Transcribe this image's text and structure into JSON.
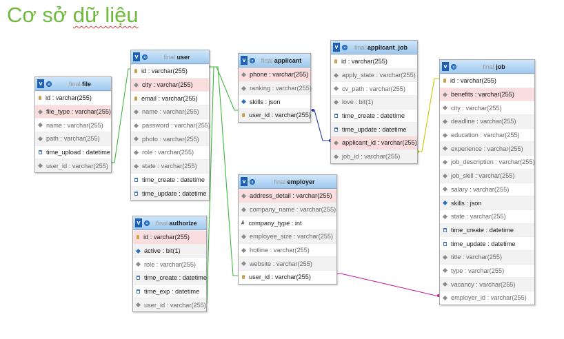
{
  "title": "Cơ sở dữ liệu",
  "title_parts": {
    "a": "Cơ sở ",
    "b": "dữ liệu"
  },
  "colors": {
    "title": "#6fba3c",
    "header": "#9fc9ee",
    "pk_row": "#fadede",
    "link_green": "#3cb83c",
    "link_blue": "#2233aa",
    "link_yellow": "#c8c800",
    "link_magenta": "#c020a0"
  },
  "tables": {
    "file": {
      "prefix": "final",
      "name": "file",
      "fields": [
        {
          "name": "id",
          "type": "varchar(255)",
          "icon": "key-icon"
        },
        {
          "name": "file_type",
          "type": "varchar(255)",
          "icon": "diamond-icon"
        },
        {
          "name": "name",
          "type": "varchar(255)",
          "icon": "diamond-icon"
        },
        {
          "name": "path",
          "type": "varchar(255)",
          "icon": "diamond-icon"
        },
        {
          "name": "time_upload",
          "type": "datetime",
          "icon": "calendar-icon"
        },
        {
          "name": "user_id",
          "type": "varchar(255)",
          "icon": "diamond-icon"
        }
      ]
    },
    "user": {
      "prefix": "final",
      "name": "user",
      "fields": [
        {
          "name": "id",
          "type": "varchar(255)",
          "icon": "key-icon"
        },
        {
          "name": "city",
          "type": "varchar(255)",
          "icon": "diamond-icon"
        },
        {
          "name": "email",
          "type": "varchar(255)",
          "icon": "key-icon"
        },
        {
          "name": "name",
          "type": "varchar(255)",
          "icon": "diamond-icon"
        },
        {
          "name": "password",
          "type": "varchar(255)",
          "icon": "diamond-icon"
        },
        {
          "name": "photo",
          "type": "varchar(255)",
          "icon": "diamond-icon"
        },
        {
          "name": "role",
          "type": "varchar(255)",
          "icon": "diamond-icon"
        },
        {
          "name": "state",
          "type": "varchar(255)",
          "icon": "diamond-icon"
        },
        {
          "name": "time_create",
          "type": "datetime",
          "icon": "calendar-icon"
        },
        {
          "name": "time_update",
          "type": "datetime",
          "icon": "calendar-icon"
        }
      ]
    },
    "authorize": {
      "prefix": "final",
      "name": "authorize",
      "fields": [
        {
          "name": "id",
          "type": "varchar(255)",
          "icon": "key-icon"
        },
        {
          "name": "active",
          "type": "bit(1)",
          "icon": "diamond-blue-icon"
        },
        {
          "name": "role",
          "type": "varchar(255)",
          "icon": "diamond-icon"
        },
        {
          "name": "time_create",
          "type": "datetime",
          "icon": "calendar-icon"
        },
        {
          "name": "time_exp",
          "type": "datetime",
          "icon": "calendar-icon"
        },
        {
          "name": "user_id",
          "type": "varchar(255)",
          "icon": "diamond-icon"
        }
      ]
    },
    "applicant": {
      "prefix": "final",
      "name": "applicant",
      "fields": [
        {
          "name": "phone",
          "type": "varchar(255)",
          "icon": "diamond-icon"
        },
        {
          "name": "ranking",
          "type": "varchar(255)",
          "icon": "diamond-icon"
        },
        {
          "name": "skills",
          "type": "json",
          "icon": "diamond-blue-icon"
        },
        {
          "name": "user_id",
          "type": "varchar(255)",
          "icon": "key-icon"
        }
      ]
    },
    "applicant_job": {
      "prefix": "final",
      "name": "applicant_job",
      "fields": [
        {
          "name": "id",
          "type": "varchar(255)",
          "icon": "key-icon"
        },
        {
          "name": "apply_state",
          "type": "varchar(255)",
          "icon": "diamond-icon"
        },
        {
          "name": "cv_path",
          "type": "varchar(255)",
          "icon": "diamond-icon"
        },
        {
          "name": "love",
          "type": "bit(1)",
          "icon": "diamond-icon"
        },
        {
          "name": "time_create",
          "type": "datetime",
          "icon": "calendar-icon"
        },
        {
          "name": "time_update",
          "type": "datetime",
          "icon": "calendar-icon"
        },
        {
          "name": "applicant_id",
          "type": "varchar(255)",
          "icon": "diamond-icon"
        },
        {
          "name": "job_id",
          "type": "varchar(255)",
          "icon": "diamond-icon"
        }
      ]
    },
    "employer": {
      "prefix": "final",
      "name": "employer",
      "fields": [
        {
          "name": "address_detail",
          "type": "varchar(255)",
          "icon": "diamond-icon"
        },
        {
          "name": "company_name",
          "type": "varchar(255)",
          "icon": "diamond-icon"
        },
        {
          "name": "company_type",
          "type": "int",
          "icon": "hash-icon"
        },
        {
          "name": "employee_size",
          "type": "varchar(255)",
          "icon": "diamond-icon"
        },
        {
          "name": "hotline",
          "type": "varchar(255)",
          "icon": "diamond-icon"
        },
        {
          "name": "website",
          "type": "varchar(255)",
          "icon": "diamond-icon"
        },
        {
          "name": "user_id",
          "type": "varchar(255)",
          "icon": "key-icon"
        }
      ]
    },
    "job": {
      "prefix": "final",
      "name": "job",
      "fields": [
        {
          "name": "id",
          "type": "varchar(255)",
          "icon": "key-icon"
        },
        {
          "name": "benefits",
          "type": "varchar(255)",
          "icon": "diamond-icon"
        },
        {
          "name": "city",
          "type": "varchar(255)",
          "icon": "diamond-icon"
        },
        {
          "name": "deadline",
          "type": "varchar(255)",
          "icon": "diamond-icon"
        },
        {
          "name": "education",
          "type": "varchar(255)",
          "icon": "diamond-icon"
        },
        {
          "name": "experience",
          "type": "varchar(255)",
          "icon": "diamond-icon"
        },
        {
          "name": "job_description",
          "type": "varchar(255)",
          "icon": "diamond-icon"
        },
        {
          "name": "job_skill",
          "type": "varchar(255)",
          "icon": "diamond-icon"
        },
        {
          "name": "salary",
          "type": "varchar(255)",
          "icon": "diamond-icon"
        },
        {
          "name": "skills",
          "type": "json",
          "icon": "diamond-blue-icon"
        },
        {
          "name": "state",
          "type": "varchar(255)",
          "icon": "diamond-icon"
        },
        {
          "name": "time_create",
          "type": "datetime",
          "icon": "calendar-icon"
        },
        {
          "name": "time_update",
          "type": "datetime",
          "icon": "calendar-icon"
        },
        {
          "name": "title",
          "type": "varchar(255)",
          "icon": "diamond-icon"
        },
        {
          "name": "type",
          "type": "varchar(255)",
          "icon": "diamond-icon"
        },
        {
          "name": "vacancy",
          "type": "varchar(255)",
          "icon": "diamond-icon"
        },
        {
          "name": "employer_id",
          "type": "varchar(255)",
          "icon": "diamond-icon"
        }
      ]
    }
  }
}
